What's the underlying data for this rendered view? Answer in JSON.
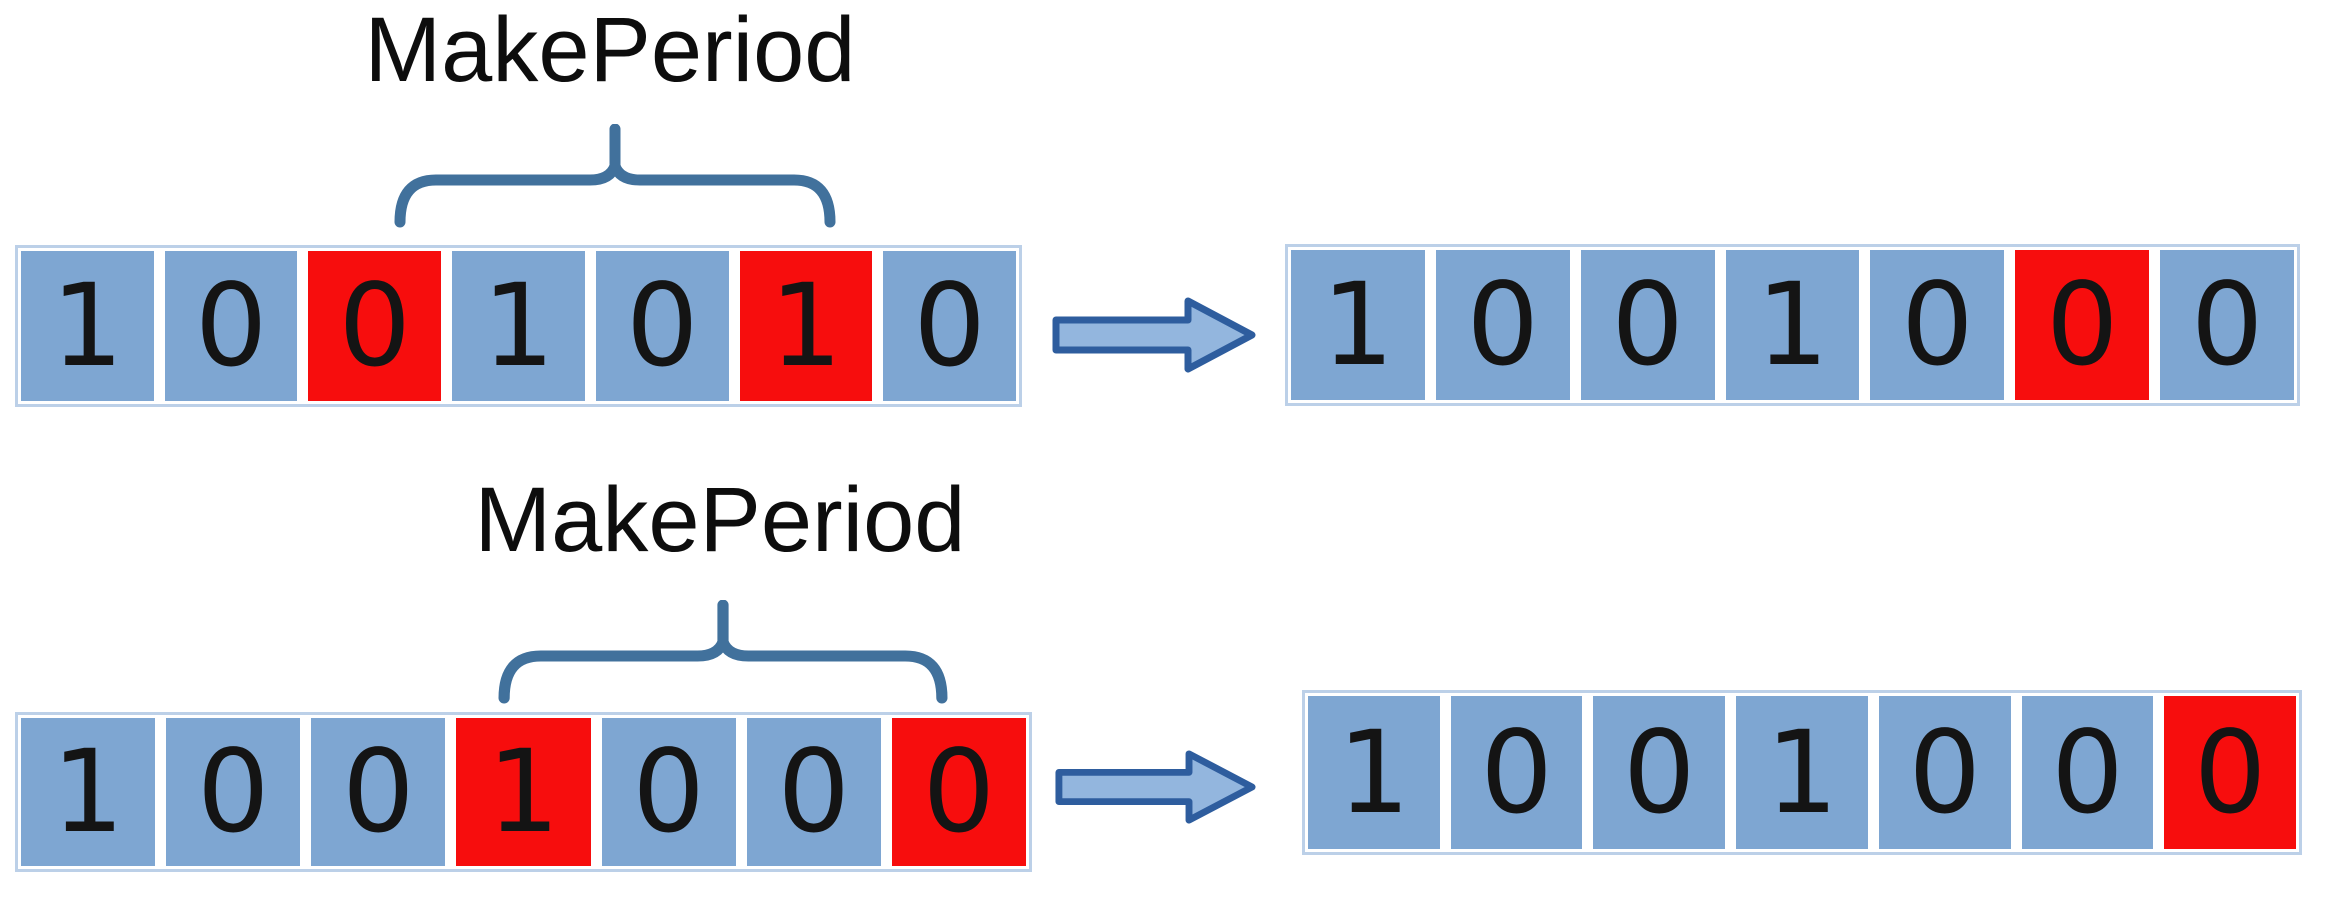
{
  "colors": {
    "background": "#ffffff",
    "label_text": "#0d0d0d",
    "digit_text": "#141414",
    "cell_blue": "#7ea6d2",
    "cell_red": "#f70d0d",
    "cell_border": "#ffffff",
    "array_border": "#bcd0e8",
    "brace_stroke": "#41719c",
    "arrow_fill": "#93b6de",
    "arrow_stroke": "#2e5d9e"
  },
  "icons": {
    "span_brace": "curly-brace-up",
    "transform_arrow": "block-arrow-right"
  },
  "operations": [
    {
      "label": "MakePeriod",
      "input": {
        "values": [
          "1",
          "0",
          "0",
          "1",
          "0",
          "1",
          "0"
        ],
        "highlighted": [
          2,
          5
        ]
      },
      "output": {
        "values": [
          "1",
          "0",
          "0",
          "1",
          "0",
          "0",
          "0"
        ],
        "highlighted": [
          5
        ]
      }
    },
    {
      "label": "MakePeriod",
      "input": {
        "values": [
          "1",
          "0",
          "0",
          "1",
          "0",
          "0",
          "0"
        ],
        "highlighted": [
          3,
          6
        ]
      },
      "output": {
        "values": [
          "1",
          "0",
          "0",
          "1",
          "0",
          "0",
          "0"
        ],
        "highlighted": [
          6
        ]
      }
    }
  ]
}
